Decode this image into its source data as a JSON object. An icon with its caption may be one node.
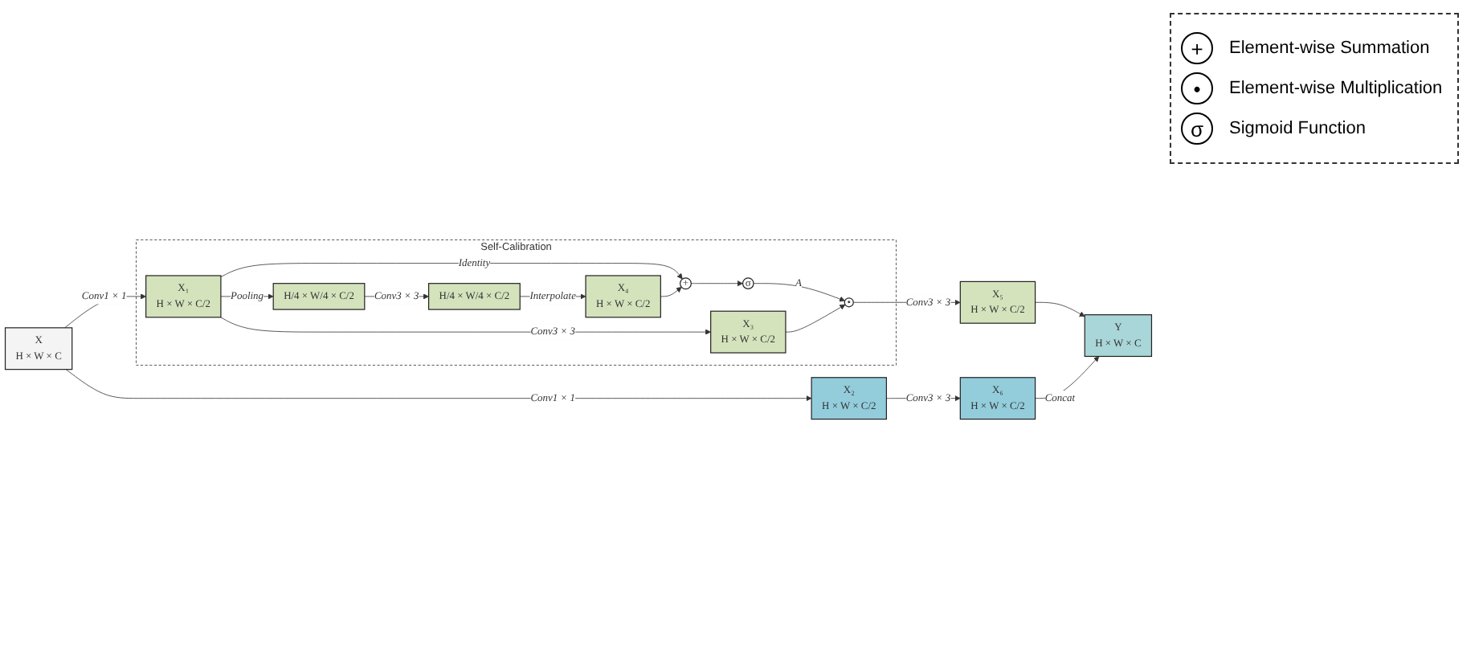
{
  "diagram": {
    "nodes": [
      {
        "text": [
          "Self-Calibration"
        ]
      },
      {
        "text": [
          "X",
          "H × W × C"
        ]
      },
      {
        "text": [
          "X₁",
          "H × W × C/2"
        ],
        "in": 0
      },
      {
        "text": [
          "H/4 × W/4 × C/2"
        ],
        "in": 0
      },
      {
        "text": [
          "H/4 × W/4 × C/2"
        ],
        "in": 0
      },
      {
        "text": [
          "X₄",
          "H × W × C/2"
        ],
        "in": 0
      },
      {
        "text": [
          "+"
        ],
        "in": 0
      },
      {
        "text": [
          "σ"
        ],
        "in": 0
      },
      {
        "text": [
          "X₃",
          "H × W × C/2"
        ],
        "in": 0
      },
      {
        "text": [
          "•"
        ],
        "in": 0
      },
      {
        "text": [
          "X₅",
          "H × W × C/2"
        ]
      },
      {
        "text": [
          "X₂",
          "H × W × C/2"
        ]
      },
      {
        "text": [
          "X₆",
          "H × W × C/2"
        ]
      },
      {
        "text": [
          "Y",
          "H × W × C"
        ]
      }
    ],
    "edges": [
      {
        "from": 1,
        "to": 2,
        "arrow": "to",
        "label": "Conv1 × 1"
      },
      {
        "from": 1,
        "to": 11,
        "arrow": "to",
        "label": "Conv1 × 1"
      },
      {
        "from": 2,
        "to": 3,
        "arrow": "to",
        "label": "Pooling"
      },
      {
        "from": 2,
        "to": 6,
        "arrow": "to",
        "label": "Identity"
      },
      {
        "from": 3,
        "to": 4,
        "arrow": "to",
        "label": "Conv3 × 3"
      },
      {
        "from": 4,
        "to": 5,
        "arrow": "to",
        "label": "Interpolate"
      },
      {
        "from": 5,
        "to": 6,
        "arrow": "to"
      },
      {
        "from": 6,
        "to": 7,
        "arrow": "to"
      },
      {
        "from": 7,
        "to": 9,
        "arrow": "to",
        "label": "A"
      },
      {
        "from": 2,
        "to": 8,
        "arrow": "to",
        "label": "Conv3 × 3"
      },
      {
        "from": 8,
        "to": 9,
        "arrow": "to"
      },
      {
        "from": 9,
        "to": 10,
        "arrow": "to",
        "label": "Conv3 × 3"
      },
      {
        "from": 11,
        "to": 12,
        "arrow": "to",
        "label": "Conv3 × 3"
      },
      {
        "from": 10,
        "to": 13,
        "arrow": "to"
      },
      {
        "from": 12,
        "to": 13,
        "arrow": "to",
        "label": "Concat"
      }
    ],
    "labels": [
      "+",
      "•",
      "σ"
    ],
    "legend": [
      {
        "text": "Element-wise Summation"
      },
      {
        "text": "Element-wise Multiplication"
      },
      {
        "text": "Sigmoid Function"
      }
    ]
  }
}
